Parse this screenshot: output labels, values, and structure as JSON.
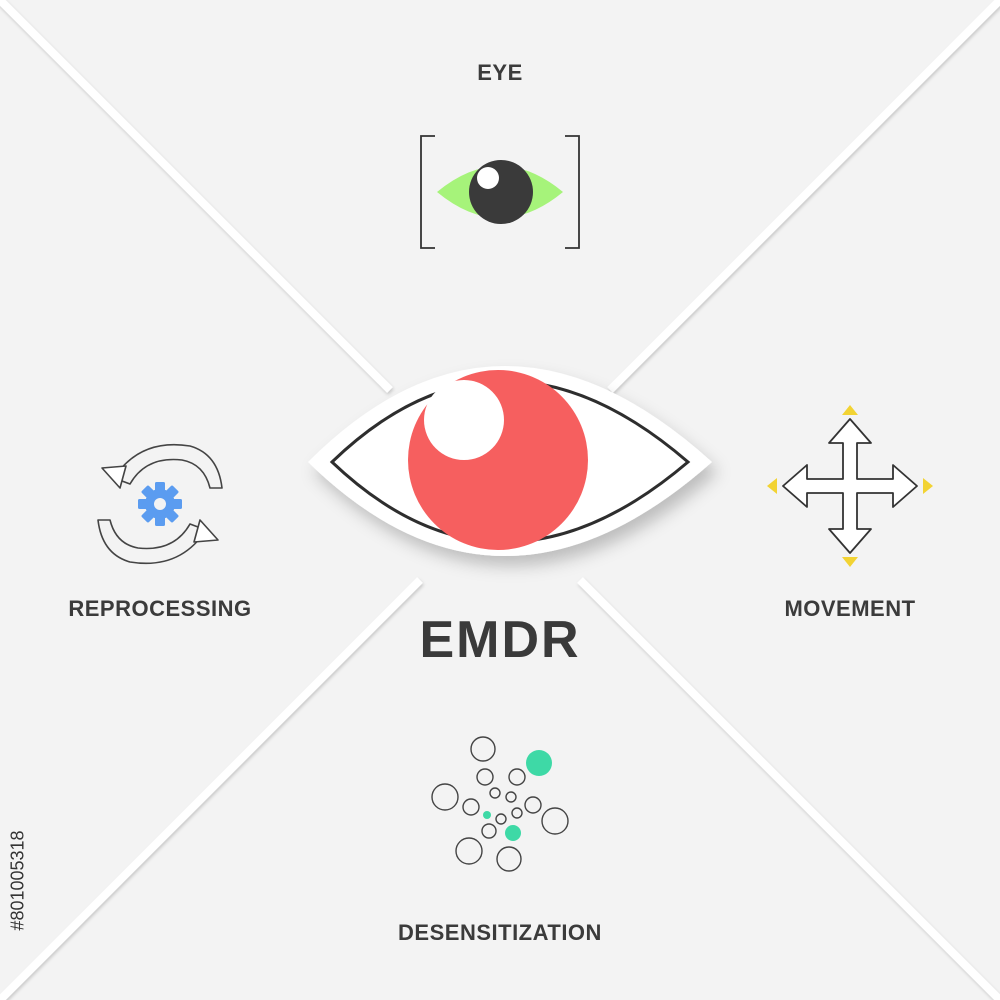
{
  "title": "EMDR",
  "labels": {
    "eye": "EYE",
    "reprocessing": "REPROCESSING",
    "movement": "MOVEMENT",
    "desensitization": "DESENSITIZATION"
  },
  "stock_id": "#801005318",
  "colors": {
    "background": "#f3f3f3",
    "text": "#3b3b3b",
    "central_iris": "#f65f5f",
    "eye_icon_green": "#a6f37a",
    "gear_blue": "#5b9cf0",
    "arrow_yellow": "#f2d333",
    "dot_teal": "#3ed9a6"
  },
  "icons": {
    "top": "eye-icon",
    "left": "reprocessing-cycle-icon",
    "right": "four-way-arrows-icon",
    "bottom": "scattered-circles-icon",
    "center": "large-eye-icon"
  }
}
